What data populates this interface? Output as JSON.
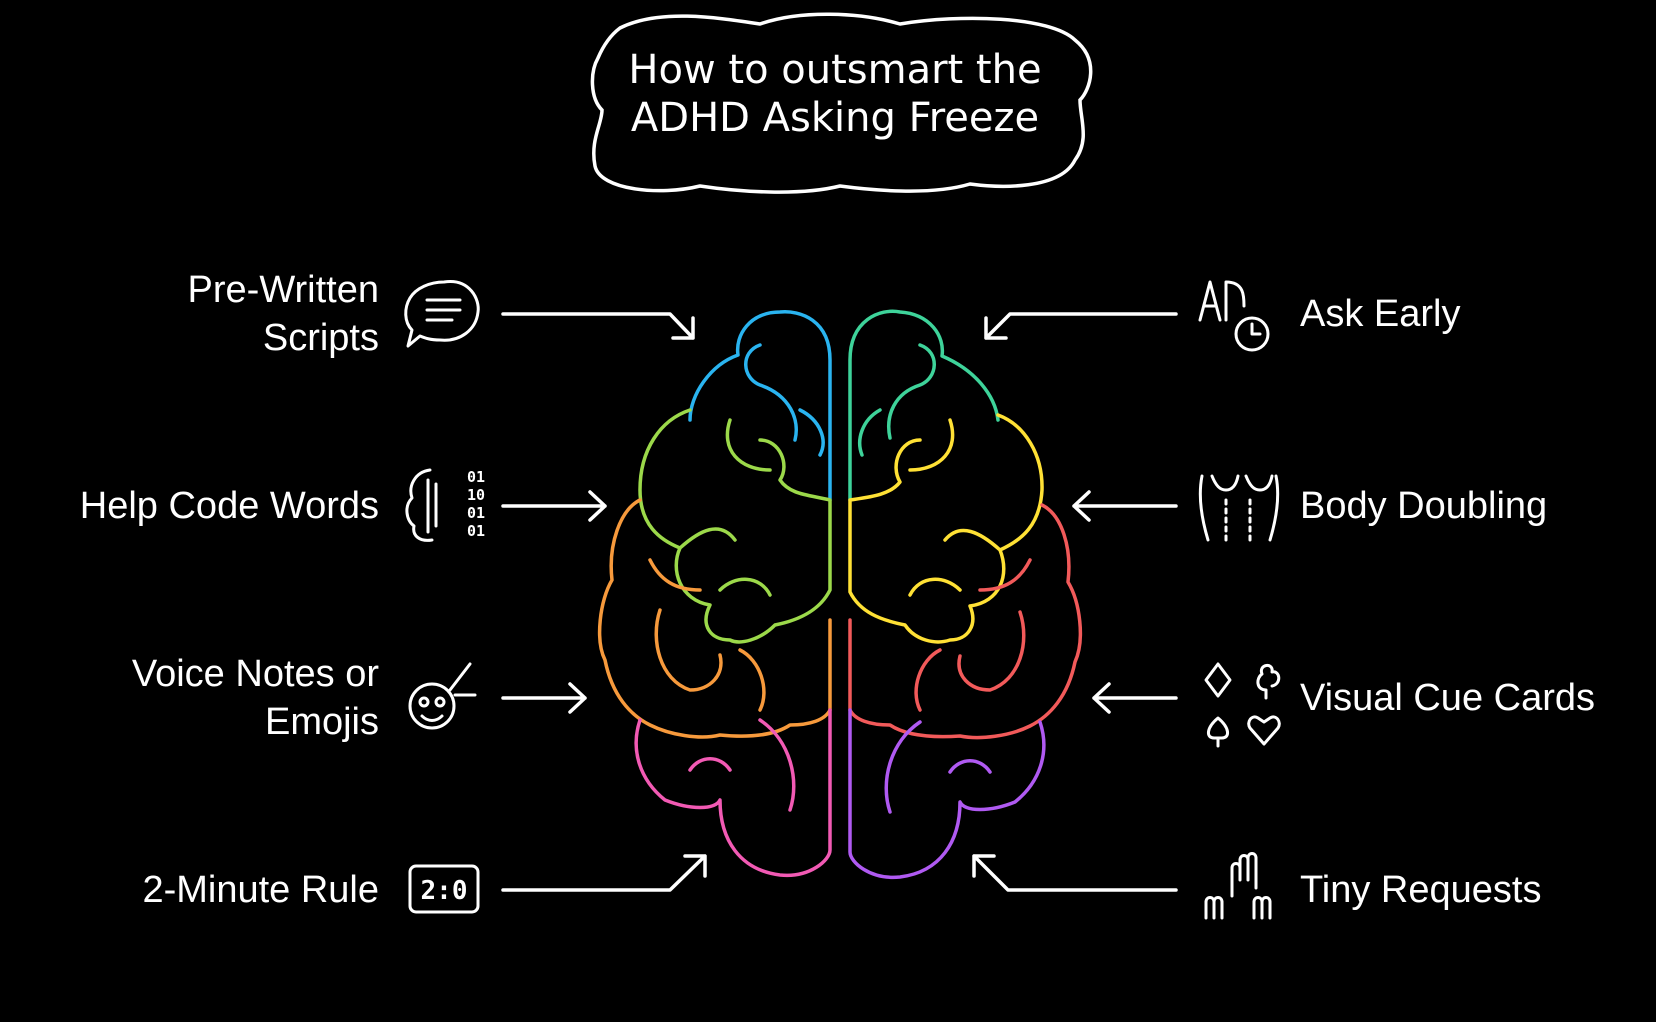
{
  "title": {
    "line1": "How to outsmart the",
    "line2": "ADHD Asking Freeze"
  },
  "left_items": [
    {
      "line1": "Pre-Written",
      "line2": "Scripts",
      "icon": "speech-bubble-icon"
    },
    {
      "line1": "Help Code Words",
      "icon": "binary-head-icon"
    },
    {
      "line1": "Voice Notes or",
      "line2": "Emojis",
      "icon": "smiley-pen-icon"
    },
    {
      "line1": "2-Minute Rule",
      "icon": "timer-display-icon"
    }
  ],
  "right_items": [
    {
      "line1": "Ask Early",
      "icon": "letters-clock-icon"
    },
    {
      "line1": "Body Doubling",
      "icon": "two-figures-icon"
    },
    {
      "line1": "Visual Cue Cards",
      "icon": "card-suits-icon"
    },
    {
      "line1": "Tiny Requests",
      "icon": "raised-hands-icon"
    }
  ],
  "colors": {
    "background": "#000000",
    "text": "#ffffff",
    "brain_blue": "#2ab4f0",
    "brain_teal": "#3ed39a",
    "brain_green": "#9cd94a",
    "brain_yellow": "#ffe135",
    "brain_orange": "#f79a3c",
    "brain_red": "#f25a5a",
    "brain_pink": "#f25ab4",
    "brain_purple": "#b05af2"
  }
}
